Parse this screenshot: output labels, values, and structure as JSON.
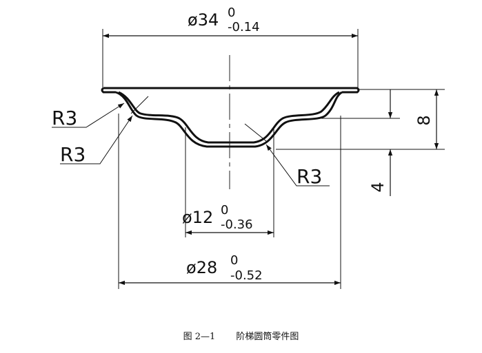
{
  "figure": {
    "dimensions": {
      "top_diameter": {
        "symbol": "ø",
        "nominal": "34",
        "upper": "0",
        "lower": "-0.14"
      },
      "mid_diameter": {
        "symbol": "ø",
        "nominal": "12",
        "upper": "0",
        "lower": "-0.36"
      },
      "bottom_diameter": {
        "symbol": "ø",
        "nominal": "28",
        "upper": "0",
        "lower": "-0.52"
      },
      "height_total": "8",
      "height_step": "4",
      "radius_labels": [
        "R3",
        "R3",
        "R3"
      ]
    },
    "caption": {
      "number": "图 2—1",
      "title": "阶梯圆筒零件图"
    }
  }
}
